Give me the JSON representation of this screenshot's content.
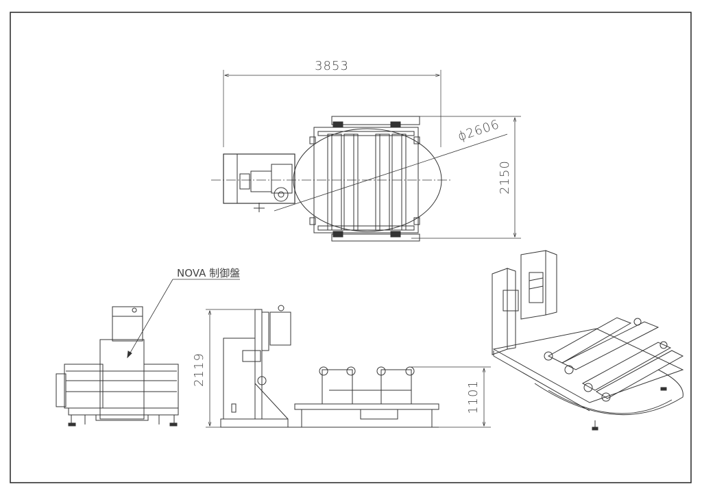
{
  "drawing": {
    "label_control_panel": "NOVA 制御盤",
    "dimensions": {
      "overall_length": "3853",
      "table_diameter": "ϕ2606",
      "overall_width": "2150",
      "overall_height": "2119",
      "roller_height": "1101"
    },
    "views": [
      "top-view",
      "end-view",
      "side-view",
      "isometric-view"
    ],
    "line_color": "#333333"
  }
}
